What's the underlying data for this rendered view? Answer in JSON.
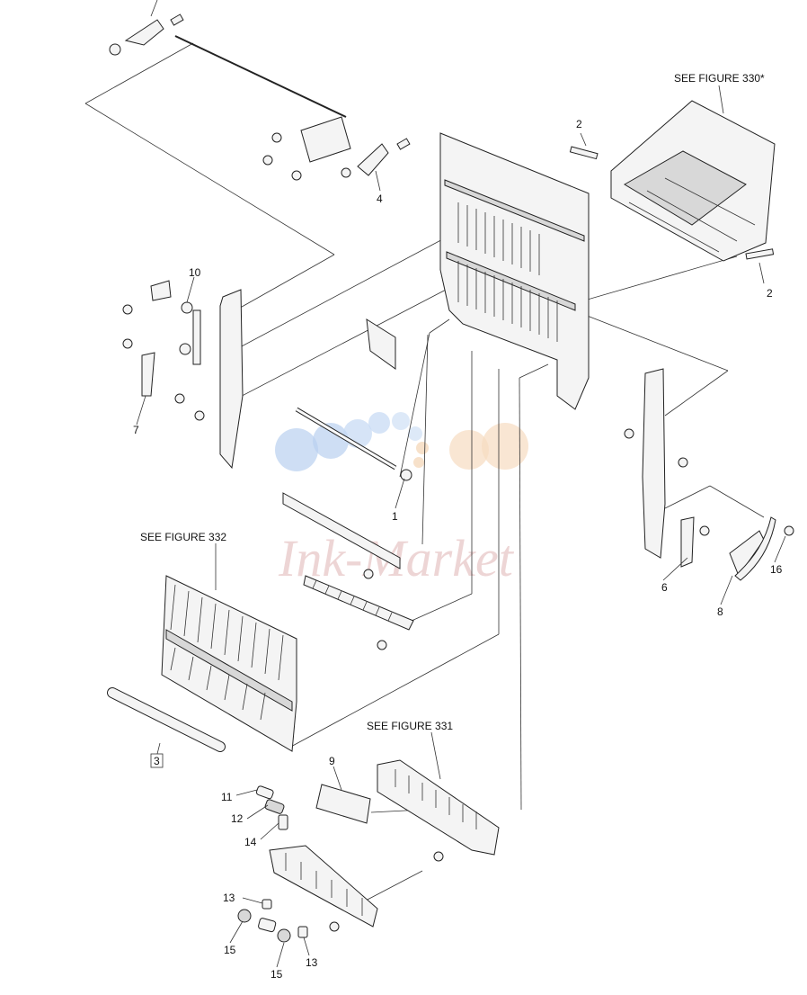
{
  "callouts": {
    "c1": "1",
    "c2a": "2",
    "c2b": "2",
    "c3": "3",
    "c4": "4",
    "c6": "6",
    "c7": "7",
    "c8": "8",
    "c9": "9",
    "c10": "10",
    "c11": "11",
    "c12": "12",
    "c13a": "13",
    "c13b": "13",
    "c14": "14",
    "c15a": "15",
    "c15b": "15",
    "c16": "16"
  },
  "captions": {
    "fig330": "SEE FIGURE 330*",
    "fig331": "SEE FIGURE 331",
    "fig332": "SEE FIGURE 332"
  },
  "watermark": {
    "text": "Ink-Market"
  }
}
